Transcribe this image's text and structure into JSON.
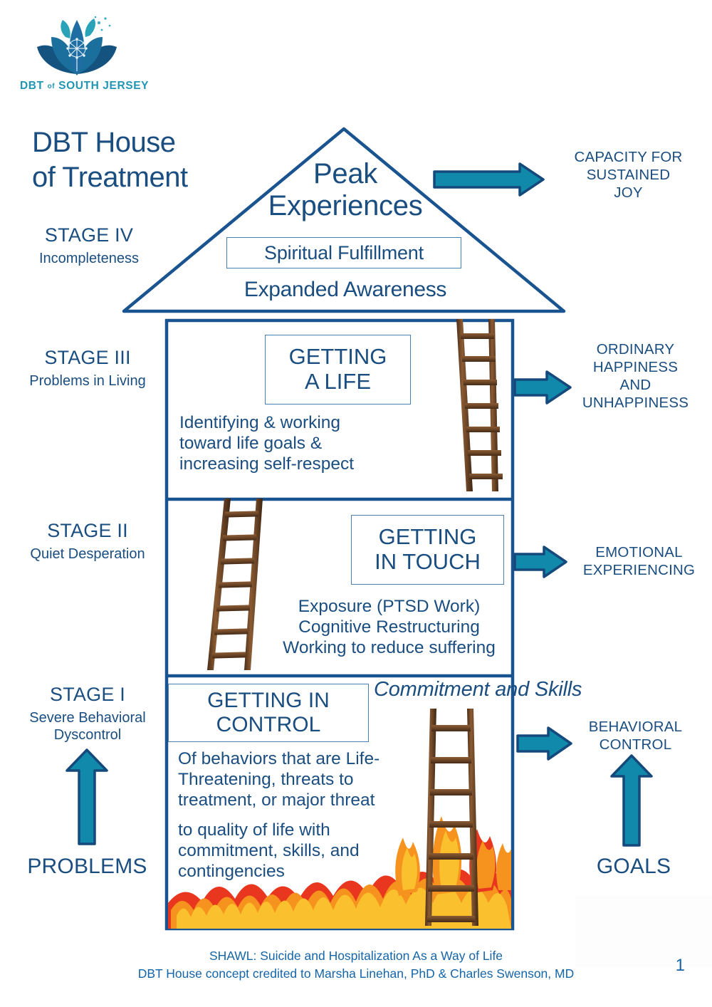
{
  "logo": {
    "name": "DBT of SOUTH JERSEY",
    "line1": "DBT",
    "connector": "of",
    "line2": "SOUTH JERSEY",
    "colors": {
      "teal": "#2196b4",
      "deep_blue": "#14527f",
      "mid_blue": "#1b6f9c"
    }
  },
  "title": {
    "line1": "DBT House",
    "line2": "of Treatment"
  },
  "roof": {
    "peak_title": "Peak\nExperiences",
    "peak_title_line1": "Peak",
    "peak_title_line2": "Experiences",
    "spiritual_box": "Spiritual Fulfillment",
    "expanded": "Expanded Awareness"
  },
  "stages": [
    {
      "id": "stage-4",
      "roman": "STAGE IV",
      "sub": "Incompleteness",
      "outcome": "CAPACITY FOR\nSUSTAINED\nJOY",
      "outcome_lines": [
        "CAPACITY FOR",
        "SUSTAINED",
        "JOY"
      ]
    },
    {
      "id": "stage-3",
      "roman": "STAGE III",
      "sub": "Problems in Living",
      "headline_line1": "GETTING",
      "headline_line2": "A LIFE",
      "body": "Identifying & working toward life goals & increasing self-respect",
      "body_lines": [
        "Identifying & working",
        "toward life goals &",
        "increasing self-respect"
      ],
      "outcome_lines": [
        "ORDINARY",
        "HAPPINESS",
        "AND",
        "UNHAPPINESS"
      ]
    },
    {
      "id": "stage-2",
      "roman": "STAGE II",
      "sub": "Quiet Desperation",
      "headline_line1": "GETTING",
      "headline_line2": "IN TOUCH",
      "body_lines": [
        "Exposure (PTSD Work)",
        "Cognitive Restructuring",
        "Working to reduce suffering"
      ],
      "outcome_lines": [
        "EMOTIONAL",
        "EXPERIENCING"
      ]
    },
    {
      "id": "stage-1",
      "roman": "STAGE I",
      "sub": "Severe Behavioral\nDyscontrol",
      "sub_line1": "Severe Behavioral",
      "sub_line2": "Dyscontrol",
      "headline_line1": "GETTING IN",
      "headline_line2": "CONTROL",
      "body_a_lines": [
        "Of behaviors that are Life-",
        "Threatening, threats to",
        "treatment, or major threat"
      ],
      "body_b_lines": [
        "to quality of life with",
        "commitment, skills, and",
        "contingencies"
      ],
      "banner": "Commitment and Skills",
      "outcome_lines": [
        "BEHAVIORAL",
        "CONTROL"
      ]
    }
  ],
  "bottom": {
    "problems": "PROBLEMS",
    "goals": "GOALS"
  },
  "footer": {
    "line1": "SHAWL: Suicide and Hospitalization As a Way of Life",
    "line2": "DBT House concept credited to Marsha Linehan, PhD & Charles Swenson, MD",
    "page_number": "1"
  },
  "colors": {
    "outline_blue": "#1a5490",
    "text_blue": "#1a4d80",
    "box_border": "#4a7fb5",
    "arrow_fill": "#1189ab",
    "arrow_stroke": "#15497c",
    "footer_blue": "#1565a8",
    "ladder_brown": "#6b4526",
    "flame_red": "#e8361f",
    "flame_orange": "#f6921e",
    "flame_yellow": "#fbc02d"
  }
}
